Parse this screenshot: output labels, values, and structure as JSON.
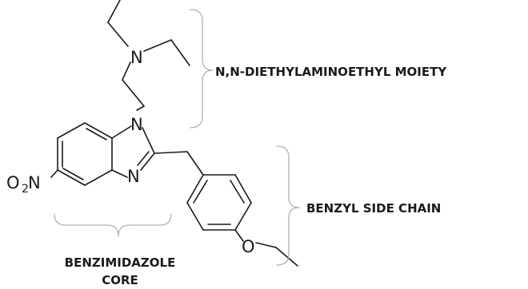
{
  "atoms": {
    "amine_n": "N",
    "ring_n1": "N",
    "ring_n3": "N",
    "ether_o": "O",
    "nitro_o": "O",
    "nitro_sub": "2",
    "nitro_n": "N"
  },
  "labels": {
    "amine_moiety": "N,N-DIETHYLAMINOETHYL MOIETY",
    "benzyl": "BENZYL SIDE CHAIN",
    "core_line1": "BENZIMIDAZOLE",
    "core_line2": "CORE"
  },
  "colors": {
    "bond": "#1a1a1a",
    "brace": "#b0b0b0",
    "text": "#1a1a1a"
  }
}
